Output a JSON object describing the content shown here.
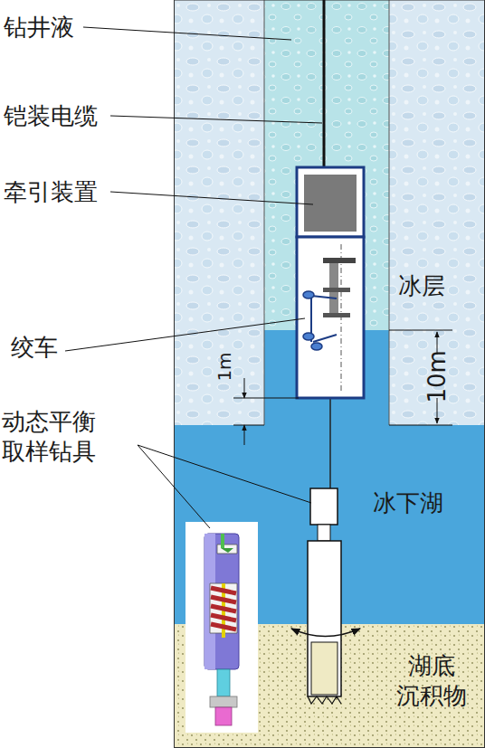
{
  "diagram": {
    "labels": [
      "钻井液",
      "铠装电缆",
      "牵引装置",
      "冰层",
      "绞车",
      "1m",
      "10m",
      "动态平衡 取样钻具",
      "冰下湖",
      "湖底 沉积物"
    ]
  }
}
